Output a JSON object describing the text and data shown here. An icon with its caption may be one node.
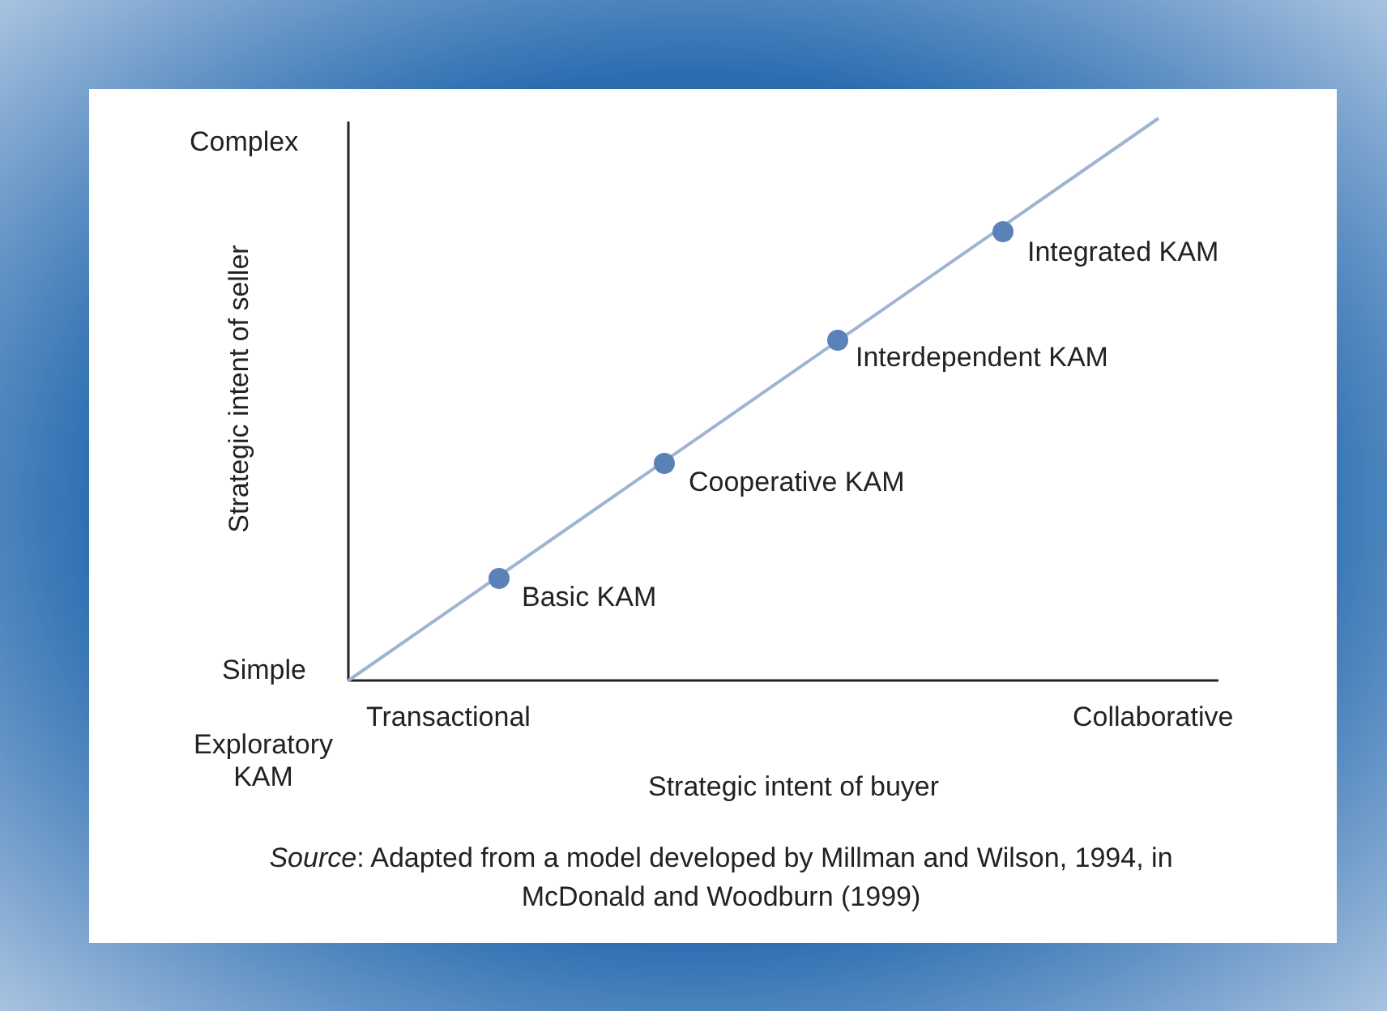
{
  "diagram": {
    "labels": [
      "Complex",
      "Strategic intent of seller",
      "Integrated KAM",
      "Interdependent KAM",
      "Cooperative KAM",
      "Basic KAM",
      "Simple",
      "Transactional",
      "Collaborative",
      "Exploratory KAM",
      "Strategic intent of buyer"
    ],
    "caption": "*Source*: Adapted from a model developed by Millman and Wilson, 1994, in McDonald and Woodburn (1999)"
  }
}
